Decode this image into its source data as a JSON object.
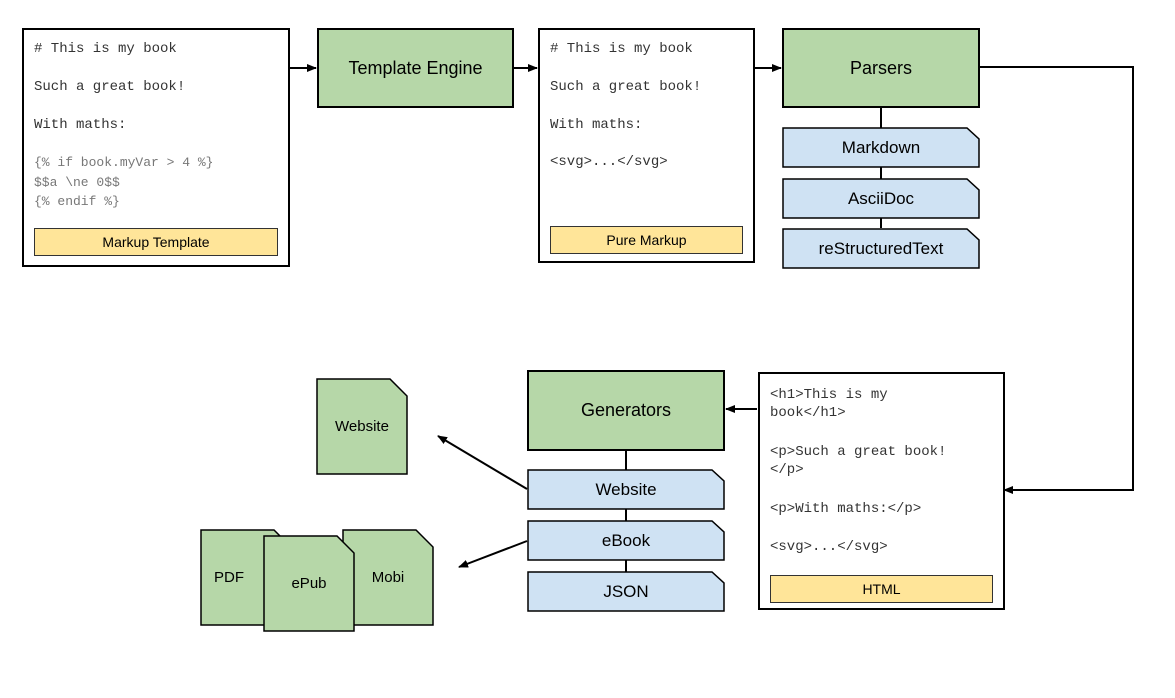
{
  "markup_template": {
    "lines": [
      "# This is my book",
      "Such a great book!",
      "With maths:",
      "{% if book.myVar > 4 %}",
      "$$a \\ne 0$$",
      "{% endif %}"
    ],
    "caption": "Markup Template"
  },
  "template_engine": {
    "label": "Template Engine"
  },
  "pure_markup": {
    "lines": [
      "# This is my book",
      "Such a great book!",
      "With maths:",
      "<svg>...</svg>"
    ],
    "caption": "Pure Markup"
  },
  "parsers": {
    "label": "Parsers",
    "items": [
      "Markdown",
      "AsciiDoc",
      "reStructuredText"
    ]
  },
  "html_doc": {
    "lines": [
      "<h1>This is my",
      "book</h1>",
      "<p>Such a great book!",
      "</p>",
      "<p>With maths:</p>",
      "<svg>...</svg>"
    ],
    "caption": "HTML"
  },
  "generators": {
    "label": "Generators",
    "items": [
      "Website",
      "eBook",
      "JSON"
    ]
  },
  "outputs": {
    "website": "Website",
    "pdf": "PDF",
    "epub": "ePub",
    "mobi": "Mobi"
  },
  "colors": {
    "stage_fill": "#b6d7a8",
    "tag_fill": "#cfe2f3",
    "caption_fill": "#ffe599",
    "stroke": "#000000"
  }
}
